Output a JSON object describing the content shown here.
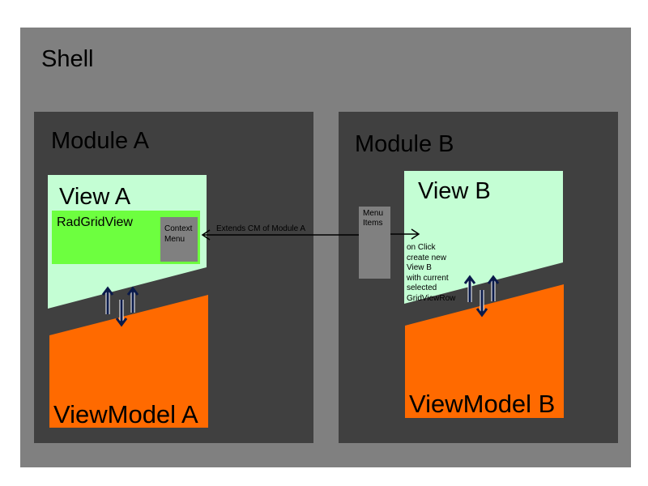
{
  "shell": {
    "label": "Shell"
  },
  "modules": [
    {
      "label": "Module A",
      "view": {
        "label": "View A",
        "grid": {
          "label": "RadGridView"
        },
        "context_menu": {
          "label": "Context\nMenu"
        }
      },
      "viewmodel": {
        "label": "ViewModel A"
      }
    },
    {
      "label": "Module B",
      "view": {
        "label": "View B"
      },
      "menu_items": {
        "label": "Menu\nItems"
      },
      "viewmodel": {
        "label": "ViewModel B"
      }
    }
  ],
  "annotations": {
    "extends": "Extends CM of Module A",
    "on_click": "on Click\ncreate new\nView B\nwith current\nselected\nGridViewRow"
  },
  "colors": {
    "shell": "#808080",
    "module": "#404040",
    "view": "#c4fed4",
    "grid": "#6dff3f",
    "viewmodel": "#ff6a00",
    "arrow": "#0a1a4a"
  }
}
